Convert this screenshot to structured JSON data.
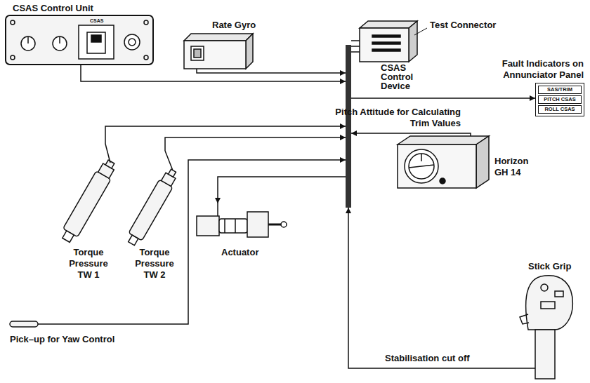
{
  "diagram": {
    "nodes": [
      {
        "text": [
          "CSAS Control Unit",
          "CSAS"
        ]
      },
      {
        "text": [
          "Rate Gyro"
        ]
      },
      {
        "text": [
          "CSAS Control Device"
        ]
      },
      {
        "text": [
          "Fault Indicators on Annunciator Panel"
        ]
      },
      {
        "text": [
          "SAS/TRIM"
        ],
        "in": 3
      },
      {
        "text": [
          "PITCH CSAS"
        ],
        "in": 3
      },
      {
        "text": [
          "ROLL CSAS"
        ],
        "in": 3
      },
      {
        "text": [
          "Horizon GH 14"
        ]
      },
      {
        "text": [
          "Stick Grip"
        ]
      },
      {
        "text": [
          "Torque Pressure TW 1"
        ]
      },
      {
        "text": [
          "Torque Pressure TW 2"
        ]
      },
      {
        "text": [
          "Actuator"
        ]
      },
      {
        "text": [
          "Pick–up for Yaw Control"
        ]
      }
    ],
    "edges": [
      {
        "from": 0,
        "to": 2,
        "arrow": "to"
      },
      {
        "from": 1,
        "to": 2,
        "arrow": "to"
      },
      {
        "from": 2,
        "to": 3,
        "arrow": "to"
      },
      {
        "from": 7,
        "to": 2,
        "label": "Pitch Attitude for Calculating Trim Values",
        "arrow": "to"
      },
      {
        "from": 8,
        "to": 2,
        "label": "Stabilisation cut off",
        "arrow": "to"
      },
      {
        "from": 9,
        "to": 2,
        "arrow": "to"
      },
      {
        "from": 10,
        "to": 2,
        "arrow": "to"
      },
      {
        "from": 2,
        "to": 11,
        "arrow": "to"
      },
      {
        "from": 12,
        "to": 2,
        "arrow": "to"
      }
    ],
    "labels": [
      "Test Connector"
    ]
  }
}
